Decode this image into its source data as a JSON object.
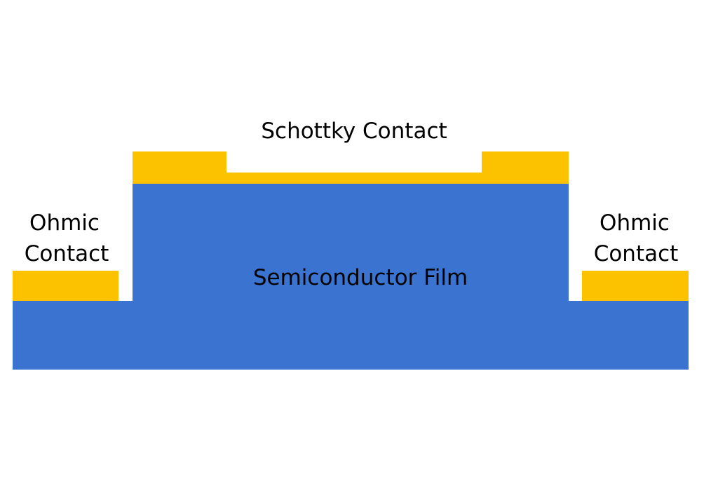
{
  "labels": {
    "schottky": "Schottky Contact",
    "semiconductor": "Semiconductor Film",
    "ohmic_left_line1": "Ohmic",
    "ohmic_left_line2": "Contact",
    "ohmic_right_line1": "Ohmic",
    "ohmic_right_line2": "Contact"
  },
  "colors": {
    "semiconductor": "#3b73d1",
    "contact": "#fcc200",
    "background": "#ffffff",
    "text": "#000000"
  }
}
